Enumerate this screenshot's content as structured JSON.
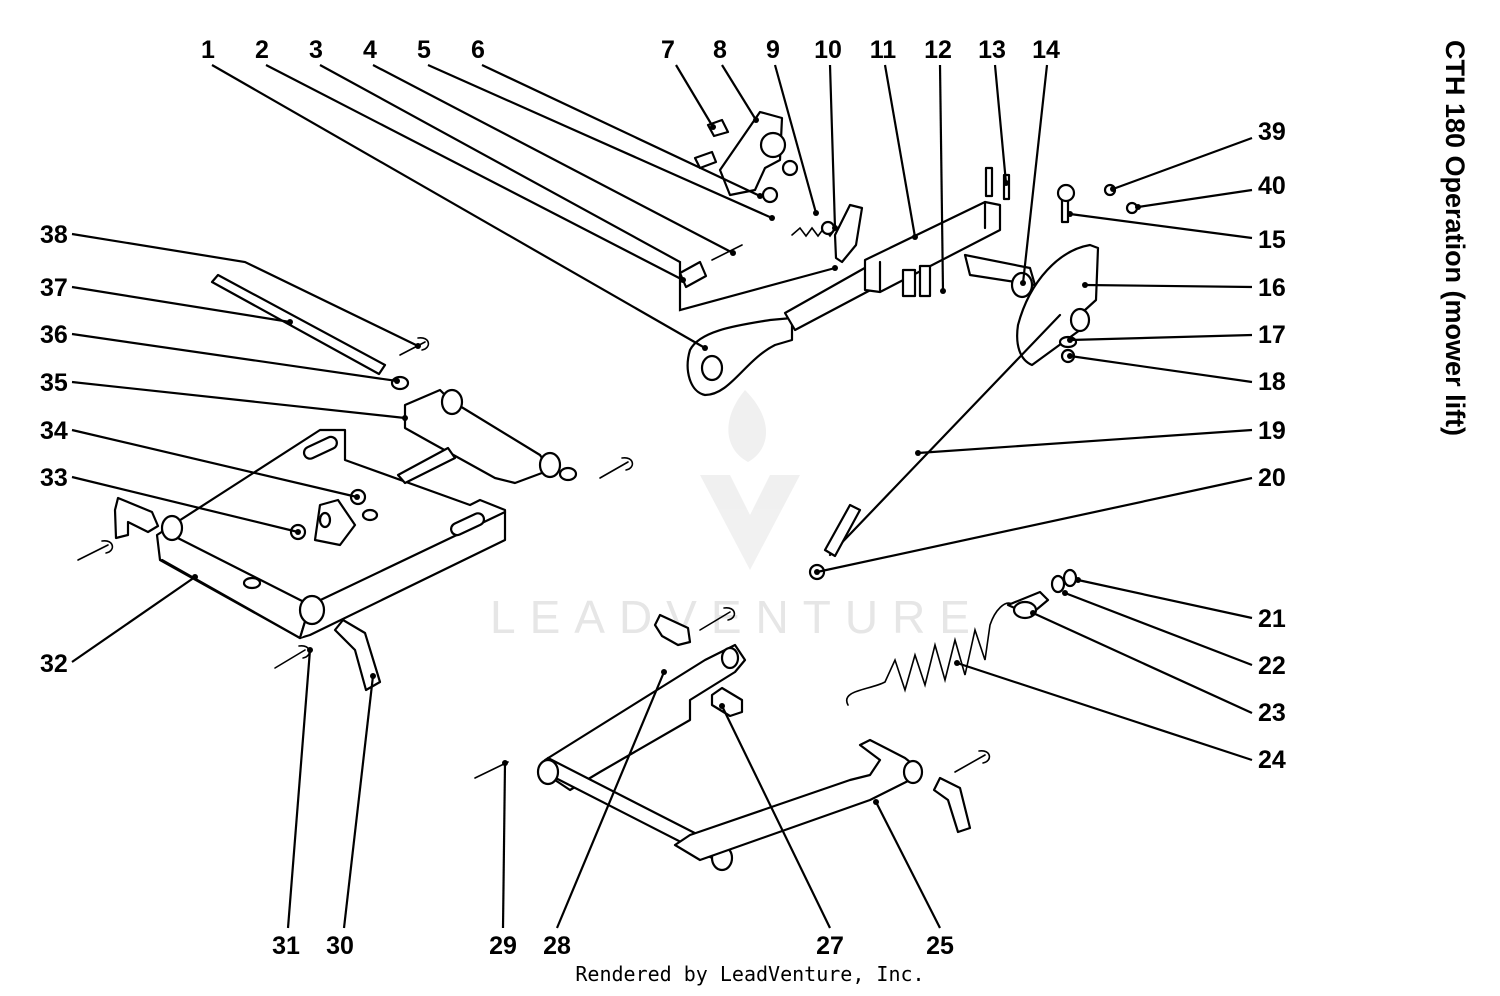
{
  "diagram": {
    "title": "CTH 180 Operation (mower lift)",
    "footer": "Rendered by LeadVenture, Inc.",
    "watermark": "LEADVENTURE",
    "callouts": [
      "1",
      "2",
      "3",
      "4",
      "5",
      "6",
      "7",
      "8",
      "9",
      "10",
      "11",
      "12",
      "13",
      "14",
      "15",
      "16",
      "17",
      "18",
      "19",
      "20",
      "21",
      "22",
      "23",
      "24",
      "25",
      "27",
      "28",
      "29",
      "30",
      "31",
      "32",
      "33",
      "34",
      "35",
      "36",
      "37",
      "38",
      "39",
      "40"
    ]
  }
}
